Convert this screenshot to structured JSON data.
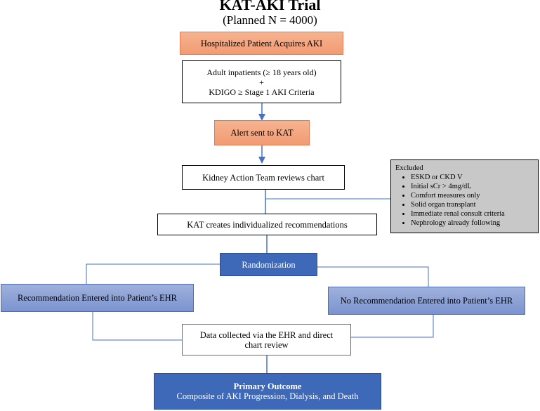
{
  "header": {
    "title": "KAT-AKI Trial",
    "subtitle": "(Planned N = 4000)"
  },
  "nodes": {
    "acquires_aki": "Hospitalized Patient Acquires AKI",
    "criteria_line1": "Adult inpatients (≥ 18 years old)",
    "criteria_plus": "+",
    "criteria_line2": "KDIGO ≥ Stage 1 AKI Criteria",
    "alert": "Alert sent to KAT",
    "review": "Kidney Action Team reviews chart",
    "recommendations": "KAT creates individualized recommendations",
    "randomization": "Randomization",
    "arm_left": "Recommendation Entered into Patient’s EHR",
    "arm_right": "No Recommendation Entered into Patient’s EHR",
    "data_collection": "Data collected via the EHR and direct chart review",
    "outcome_title": "Primary Outcome",
    "outcome_detail": "Composite of AKI Progression, Dialysis, and Death"
  },
  "excluded": {
    "heading": "Excluded",
    "items": [
      "ESKD or CKD V",
      "Initial sCr > 4mg/dL",
      "Comfort measures only",
      "Solid organ transplant",
      "Immediate renal consult criteria",
      "Nephrology already following"
    ]
  },
  "colors": {
    "orange_fill": "#f29b73",
    "arm_fill": "#7b93d0",
    "dark_blue": "#3e68b8",
    "connector_blue": "#4472c4",
    "excluded_fill": "#c8c8c8"
  }
}
